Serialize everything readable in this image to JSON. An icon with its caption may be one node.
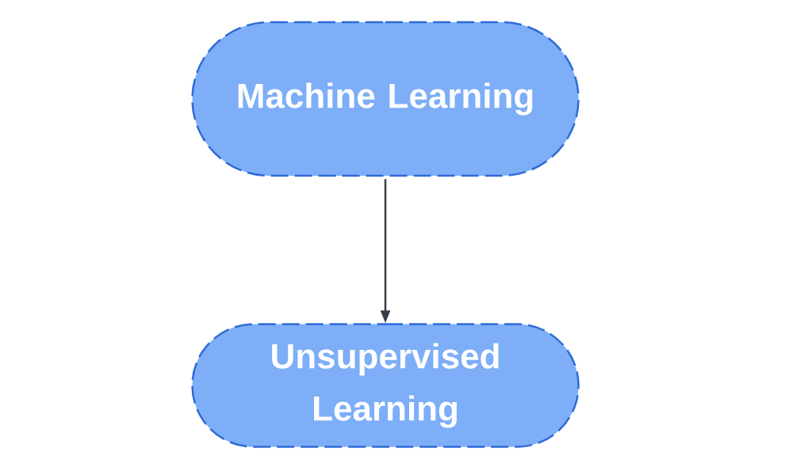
{
  "diagram": {
    "nodes": [
      {
        "text": [
          "Machine Learning"
        ]
      },
      {
        "text": [
          "Unsupervised Learning"
        ]
      }
    ],
    "edges": [
      {
        "from": 0,
        "to": 1,
        "arrow": "to"
      }
    ]
  }
}
